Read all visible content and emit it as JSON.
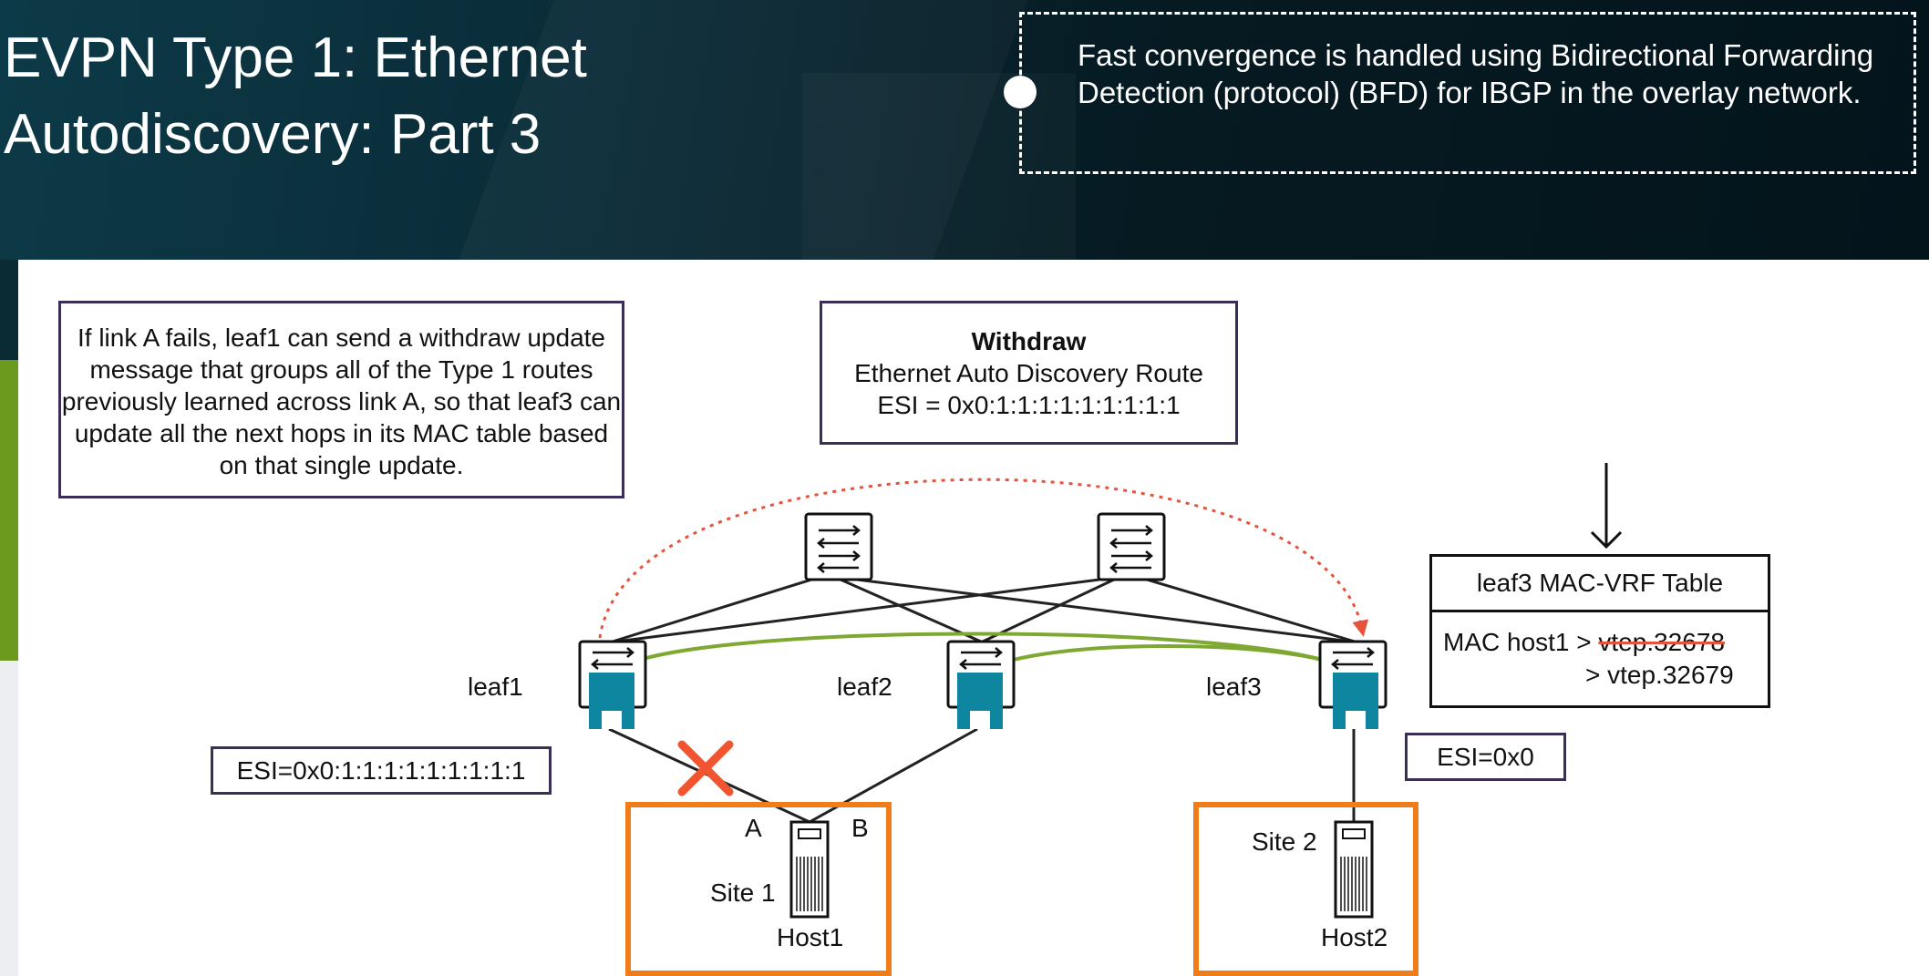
{
  "title": {
    "line1": "EVPN Type 1: Ethernet",
    "line2": "Autodiscovery: Part 3"
  },
  "note": {
    "text": "Fast convergence is handled using Bidirectional Forwarding Detection (protocol) (BFD) for IBGP in the overlay network."
  },
  "callout_link_failure": {
    "text": "If link A fails, leaf1 can send a withdraw update message that groups all of the Type 1 routes previously learned across link A, so that leaf3 can update all the next hops in its MAC table based on that single update."
  },
  "callout_withdraw": {
    "heading": "Withdraw",
    "line1": "Ethernet Auto Discovery Route",
    "line2": "ESI = 0x0:1:1:1:1:1:1:1:1:1"
  },
  "leaves": {
    "leaf1": "leaf1",
    "leaf2": "leaf2",
    "leaf3": "leaf3"
  },
  "esi": {
    "leaf1": "ESI=0x0:1:1:1:1:1:1:1:1:1",
    "leaf3": "ESI=0x0"
  },
  "links": {
    "a": "A",
    "b": "B"
  },
  "sites": {
    "site1": "Site 1",
    "site2": "Site 2",
    "host1": "Host1",
    "host2": "Host2"
  },
  "mac_table": {
    "title": "leaf3 MAC-VRF Table",
    "entry_prefix": "MAC host1 > ",
    "old_next_hop": "vtep.32678",
    "new_next_hop": "> vtep.32679"
  },
  "colors": {
    "withdraw_path": "#e5533c",
    "overlay_tunnel": "#7fa832",
    "failure_mark": "#f0552f",
    "site_border": "#f07d1a",
    "vtep_block": "#0e86a0",
    "box_border": "#3b2f57"
  }
}
